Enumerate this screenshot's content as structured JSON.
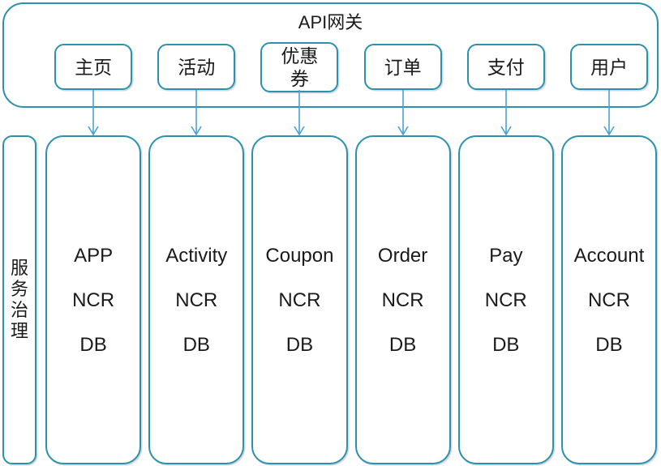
{
  "gateway": {
    "title": "API网关",
    "tabs": [
      {
        "label": "主页",
        "lines": [
          "主页"
        ]
      },
      {
        "label": "活动",
        "lines": [
          "活动"
        ]
      },
      {
        "label": "优惠券",
        "lines": [
          "优惠",
          "券"
        ]
      },
      {
        "label": "订单",
        "lines": [
          "订单"
        ]
      },
      {
        "label": "支付",
        "lines": [
          "支付"
        ]
      },
      {
        "label": "用户",
        "lines": [
          "用户"
        ]
      }
    ]
  },
  "governance": {
    "label": "服务治理"
  },
  "services": [
    {
      "name": "APP",
      "cache": "NCR",
      "storage": "DB"
    },
    {
      "name": "Activity",
      "cache": "NCR",
      "storage": "DB"
    },
    {
      "name": "Coupon",
      "cache": "NCR",
      "storage": "DB"
    },
    {
      "name": "Order",
      "cache": "NCR",
      "storage": "DB"
    },
    {
      "name": "Pay",
      "cache": "NCR",
      "storage": "DB"
    },
    {
      "name": "Account",
      "cache": "NCR",
      "storage": "DB"
    }
  ],
  "colors": {
    "shape_border": "#2a92ac",
    "arrow": "#4ba0d8",
    "text": "#1a1a1a",
    "background": "#ffffff"
  }
}
